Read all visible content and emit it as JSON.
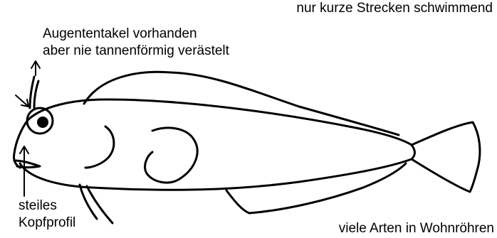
{
  "labels": {
    "swimming": "nur kurze Strecken schwimmend",
    "tentacle_line1": "Augententakel vorhanden",
    "tentacle_line2": "aber nie tannenförmig verästelt",
    "profile_line1": "steiles",
    "profile_line2": "Kopfprofil",
    "tubes": "viele Arten in Wohnröhren"
  },
  "colors": {
    "ink": "#000000",
    "background": "#ffffff"
  }
}
